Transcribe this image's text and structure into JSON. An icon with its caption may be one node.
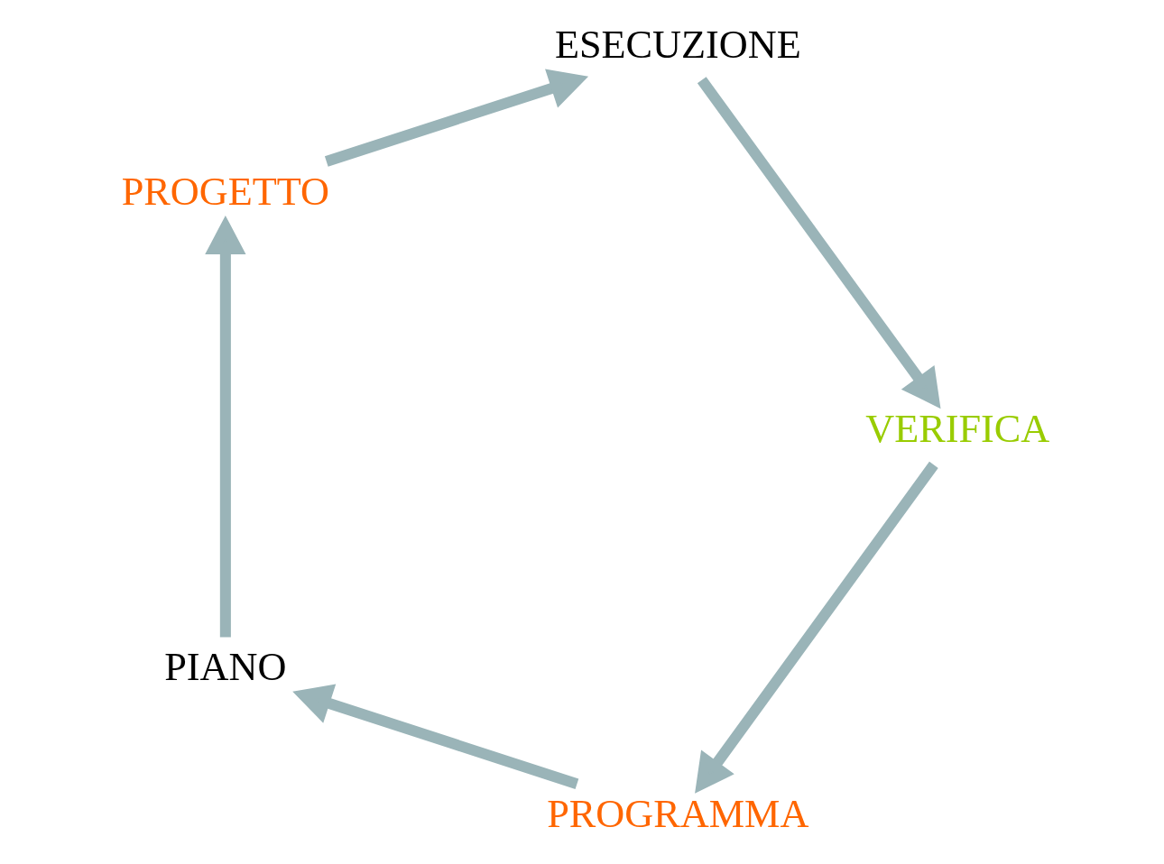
{
  "diagram": {
    "nodes": [
      {
        "text": [
          "PROGRAMMA"
        ]
      },
      {
        "text": [
          "PIANO"
        ]
      },
      {
        "text": [
          "PROGETTO"
        ]
      },
      {
        "text": [
          "ESECUZIONE"
        ]
      },
      {
        "text": [
          "VERIFICA"
        ]
      }
    ],
    "edges": [
      {
        "from": 0,
        "to": 1,
        "arrow": "to"
      },
      {
        "from": 1,
        "to": 2,
        "arrow": "to"
      },
      {
        "from": 2,
        "to": 3,
        "arrow": "to"
      },
      {
        "from": 3,
        "to": 4,
        "arrow": "to"
      },
      {
        "from": 4,
        "to": 0,
        "arrow": "to"
      }
    ]
  }
}
